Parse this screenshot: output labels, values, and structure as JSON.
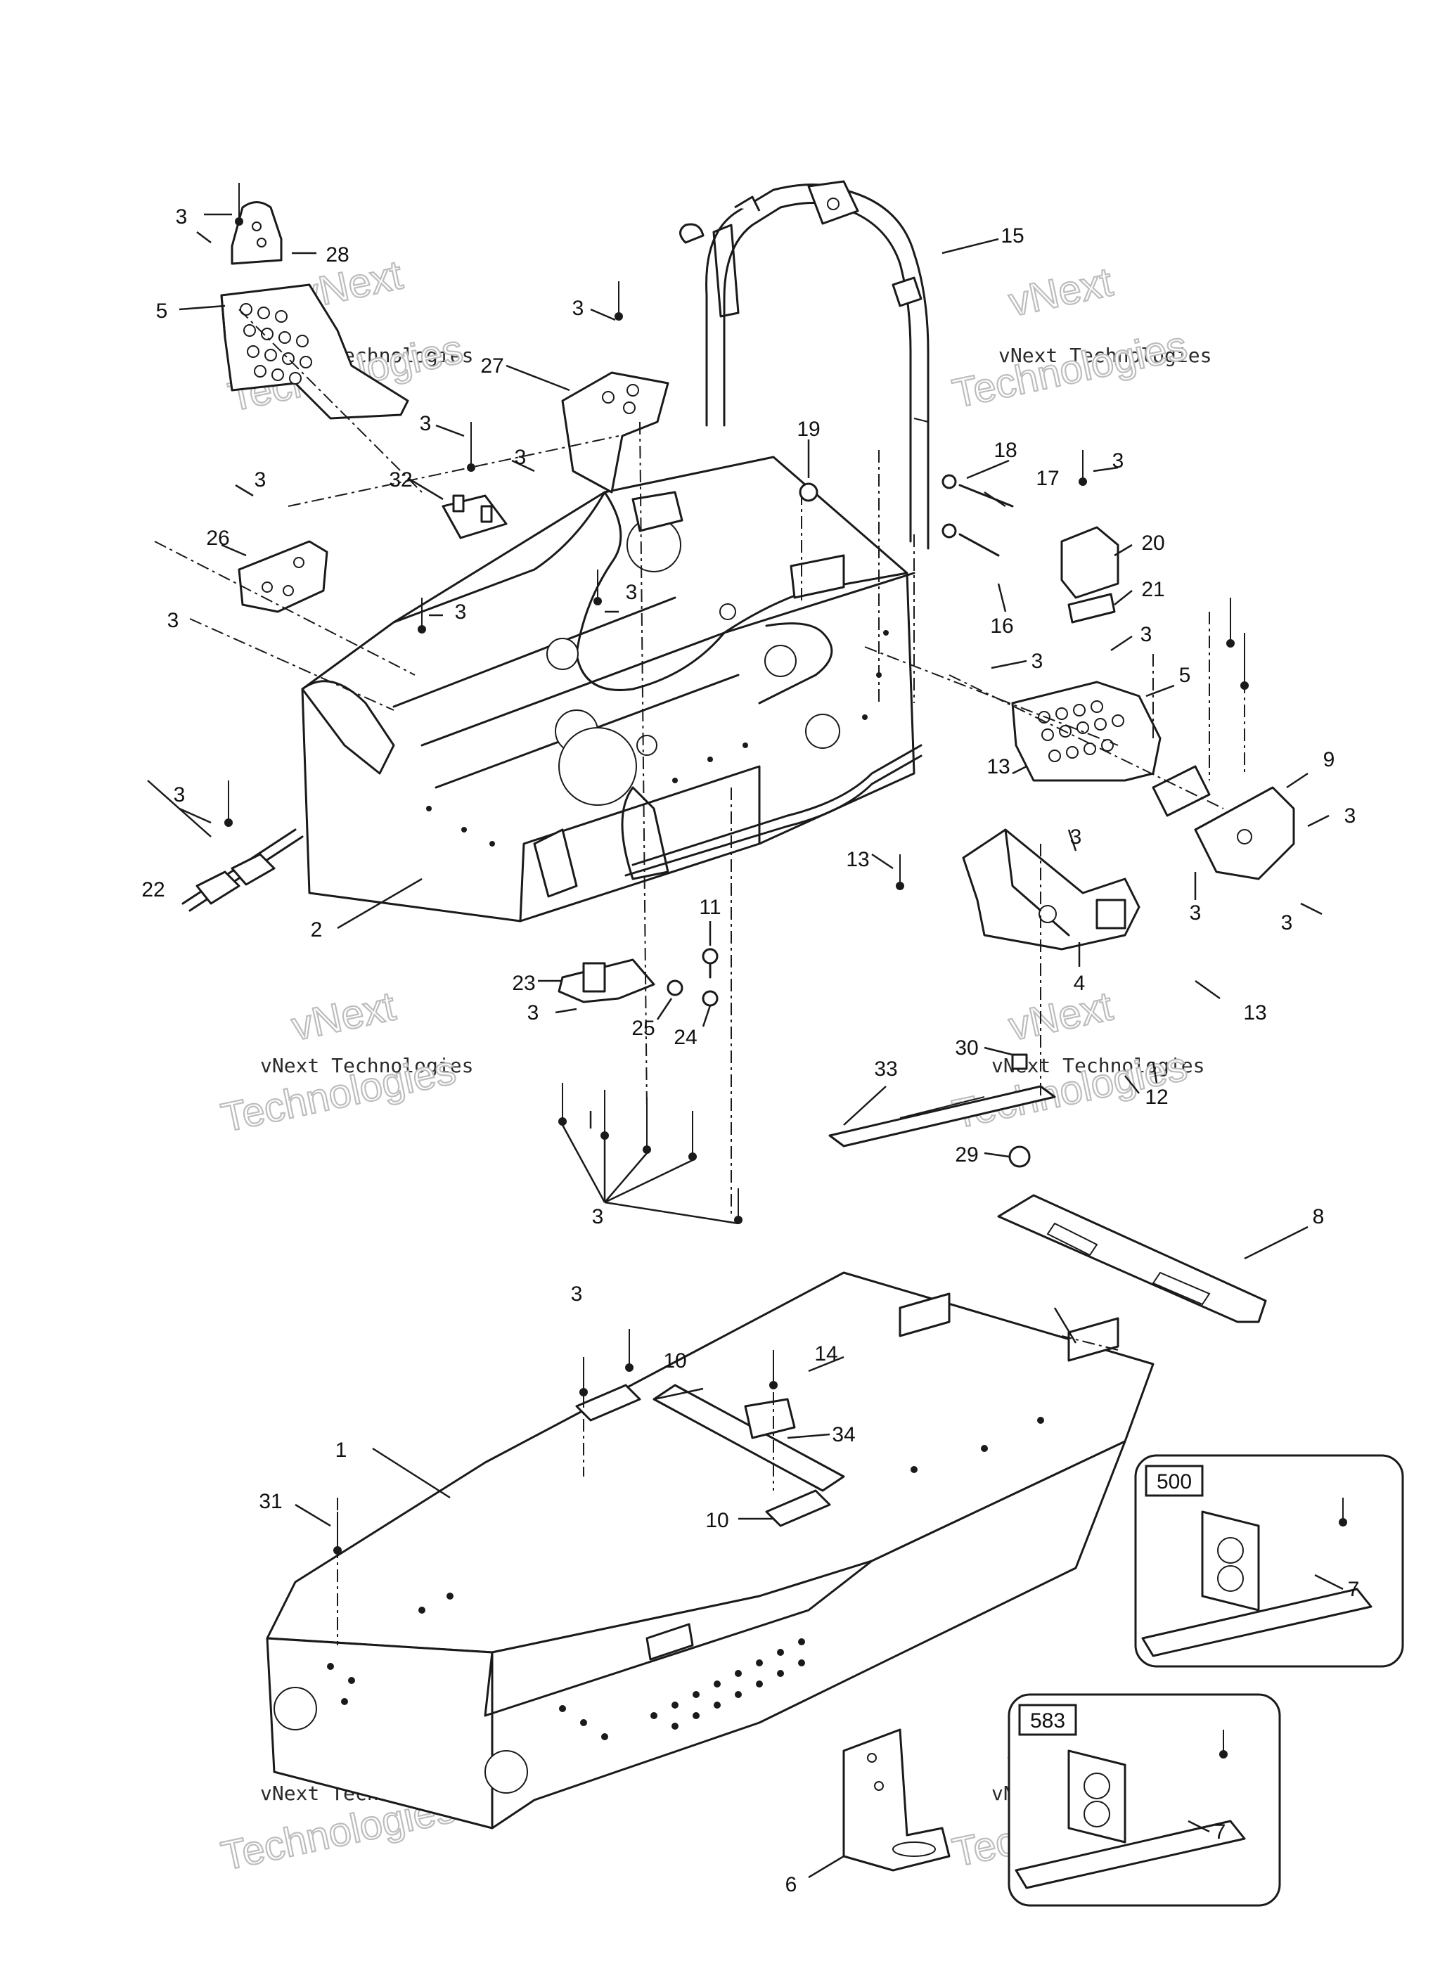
{
  "watermark": {
    "line1": "vNext",
    "line2": "vNext Technologies",
    "line3": "Technologies"
  },
  "callouts": {
    "c1": "1",
    "c2": "2",
    "c3": "3",
    "c4": "4",
    "c5": "5",
    "c6": "6",
    "c7": "7",
    "c8": "8",
    "c9": "9",
    "c10": "10",
    "c11": "11",
    "c12": "12",
    "c13": "13",
    "c14": "14",
    "c15": "15",
    "c16": "16",
    "c17": "17",
    "c18": "18",
    "c19": "19",
    "c20": "20",
    "c21": "21",
    "c22": "22",
    "c23": "23",
    "c24": "24",
    "c25": "25",
    "c26": "26",
    "c27": "27",
    "c28": "28",
    "c29": "29",
    "c30": "30",
    "c31": "31",
    "c32": "32",
    "c33": "33",
    "c34": "34"
  },
  "variant_boxes": {
    "box_500": "500",
    "box_583": "583"
  }
}
